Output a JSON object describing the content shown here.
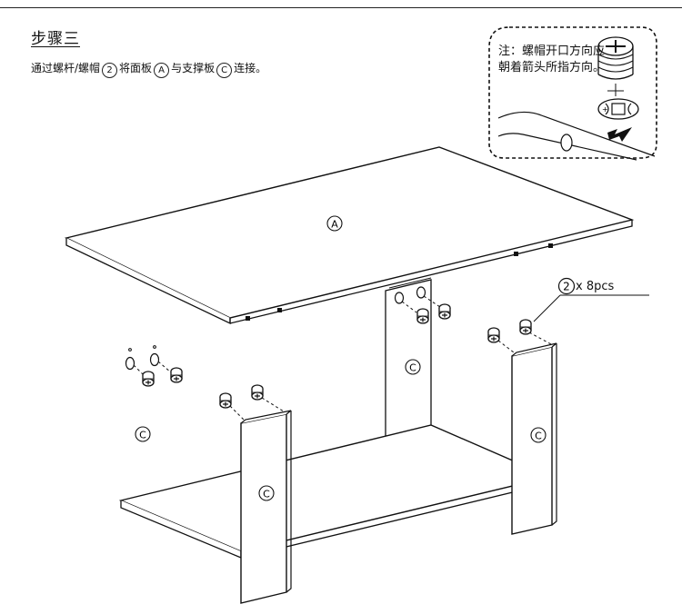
{
  "step": {
    "title": "步骤三"
  },
  "instruction": {
    "part1": "通过螺杆/螺帽",
    "ref1": "2",
    "part2": "将面板",
    "ref2": "A",
    "part3": "与支撑板",
    "ref3": "C",
    "part4": "连接。"
  },
  "note": {
    "text": "注：螺帽开口方向应朝着箭头所指方向。"
  },
  "labels": {
    "panel_a": "A",
    "panel_c": "C",
    "hardware_ref": "2",
    "hardware_count": "x 8pcs"
  }
}
